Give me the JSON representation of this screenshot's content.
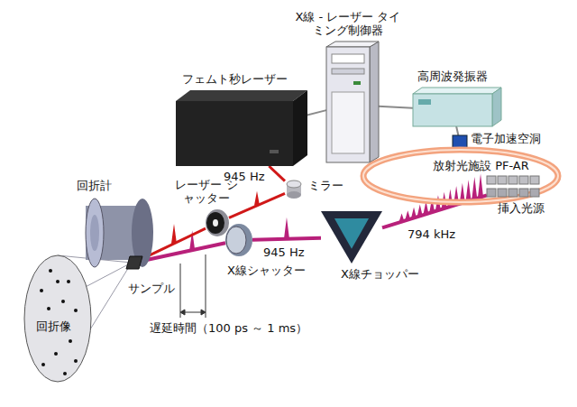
{
  "diagram": {
    "nodes": [
      {
        "text": [
          "X線 - レーザー タイミング制御器"
        ]
      },
      {
        "text": [
          "高周波発振器"
        ]
      },
      {
        "text": [
          "フェムト秒レーザー"
        ]
      },
      {
        "text": [
          "電子加速空洞"
        ]
      },
      {
        "text": [
          "放射光施設 PF-AR"
        ]
      },
      {
        "text": [
          "挿入光源"
        ]
      },
      {
        "text": [
          "ミラー"
        ]
      },
      {
        "text": [
          "レーザー シャッター"
        ]
      },
      {
        "text": [
          "回折計"
        ]
      },
      {
        "text": [
          "X線シャッター"
        ]
      },
      {
        "text": [
          "X線チョッパー"
        ]
      },
      {
        "text": [
          "サンプル"
        ]
      },
      {
        "text": [
          "回折像"
        ]
      }
    ],
    "edges": [
      {
        "from": 2,
        "to": 0,
        "arrow": "none"
      },
      {
        "from": 0,
        "to": 1,
        "arrow": "none"
      },
      {
        "from": 1,
        "to": 3,
        "arrow": "none"
      },
      {
        "from": 5,
        "to": 10,
        "arrow": "none"
      },
      {
        "from": 10,
        "to": 9,
        "arrow": "none"
      },
      {
        "from": 9,
        "to": 11,
        "arrow": "none"
      },
      {
        "from": 2,
        "to": 6,
        "arrow": "none"
      },
      {
        "from": 6,
        "to": 7,
        "arrow": "none"
      },
      {
        "from": 7,
        "to": 11,
        "arrow": "none"
      }
    ],
    "labels": [
      "945 Hz",
      "794 kHz",
      "945 Hz",
      "遅延時間（100 ps ～ 1 ms）"
    ]
  }
}
